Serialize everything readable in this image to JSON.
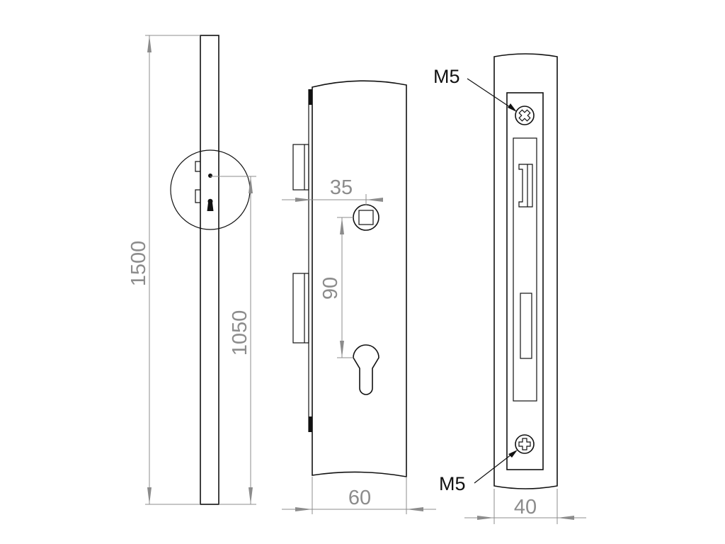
{
  "dimensions": {
    "overall_length": "1500",
    "handle_height": "1050",
    "backset": "35",
    "center_distance": "90",
    "plate_width": "60",
    "faceplate_width": "40"
  },
  "callouts": {
    "top_screw": "M5",
    "bottom_screw": "M5"
  },
  "colors": {
    "line": "#111111",
    "dimension": "#8c8c8c",
    "background": "#ffffff"
  }
}
